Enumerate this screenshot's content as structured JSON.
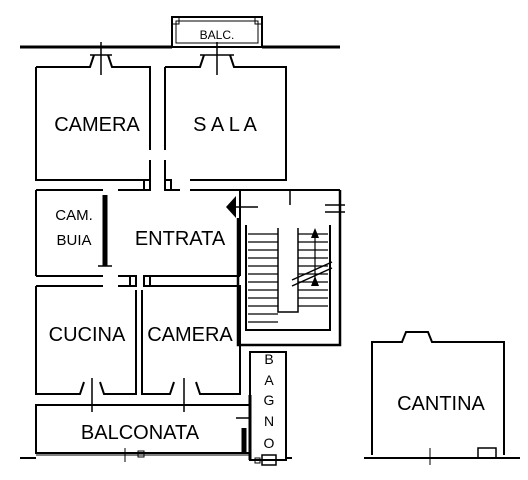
{
  "rooms": {
    "balcony": "BALC.",
    "bedroom_top": "CAMERA",
    "living_room": "S A L A",
    "dark_room_line1": "CAM.",
    "dark_room_line2": "BUIA",
    "entrance": "ENTRATA",
    "kitchen": "CUCINA",
    "bedroom_bottom": "CAMERA",
    "terrace": "BALCONATA",
    "bathroom": [
      "B",
      "A",
      "G",
      "N",
      "O"
    ],
    "cellar": "CANTINA"
  },
  "colors": {
    "ink": "#000000",
    "paper": "#ffffff"
  }
}
